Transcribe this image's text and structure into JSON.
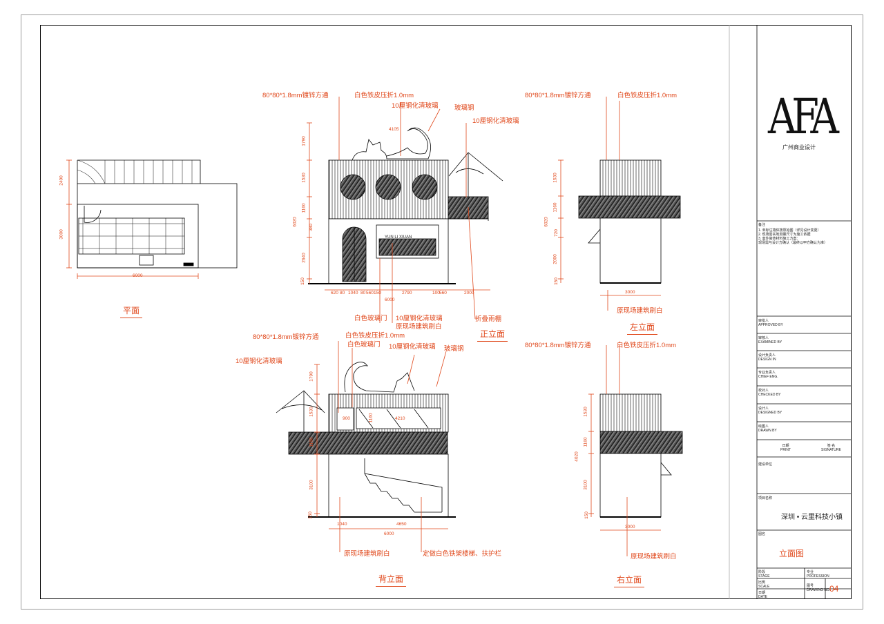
{
  "title_block": {
    "logo_text": "AFA",
    "company": "广州商业设计",
    "notes_title": "备注",
    "notes": [
      "1. 未标注墙体按原始图（详见设计变更）",
      "2. 现场需实地测量尺寸为施工依据",
      "3. 室外装饰材料施工方案：",
      "   现场需与设计方确认（最终以甲方确认为准）"
    ],
    "approved_cn": "审批人",
    "approved_en": "APPROVED BY",
    "examined_cn": "审核人",
    "examined_en": "EXAMINED BY",
    "project_lead_cn": "设计负责人",
    "project_lead_en": "DESIGN IN",
    "chief_cn": "专业负责人",
    "chief_en": "CHIEF ENG.",
    "checked_cn": "校对人",
    "checked_en": "CHECKED BY",
    "designed_cn": "设计人",
    "designed_en": "DESIGNED BY",
    "drawn_cn": "绘图人",
    "drawn_en": "DRAWN BY",
    "print_cn": "日期",
    "print_en": "PRINT",
    "sign_cn": "签 名",
    "sign_en": "SIGNATURE",
    "construction_label": "建设单位",
    "project_label": "项目名称",
    "project_name": "深圳 • 云里科技小镇",
    "drawing_label": "图名",
    "drawing_name": "立面图",
    "stage_cn": "阶段",
    "stage_en": "STAGE",
    "scale_cn": "比例",
    "scale_en": "SCALE",
    "date_cn": "日期",
    "date_en": "DATE",
    "prof_cn": "专业",
    "prof_en": "PROFESSION",
    "sheet_cn": "图号",
    "sheet_en": "DRAWING NO.",
    "sheet_no": "04"
  },
  "plan": {
    "caption": "平面",
    "dim_bottom": "6000",
    "dim_left_top": "2400",
    "dim_left_bottom": "3000"
  },
  "front": {
    "caption": "正立面",
    "ann_tube": "80*80*1.8mm镀锌方通",
    "ann_sheet": "白色铁皮压折1.0mm",
    "ann_glass10_top": "10厘钢化清玻璃",
    "ann_glass_steel": "玻璃钢",
    "ann_glass10_right": "10厘钢化清玻璃",
    "ann_door": "白色玻璃门",
    "ann_glass10_bottom": "10厘钢化清玻璃",
    "ann_wall": "原现场建筑刷白",
    "ann_canopy": "折叠雨棚",
    "sign_text": "YUN LI XIUAN",
    "dim_top": "4105",
    "dims_v": [
      "1790",
      "1530",
      "1160",
      "6020",
      "380",
      "2640",
      "150"
    ],
    "dims_h": [
      "620",
      "80",
      "1040",
      "80",
      "560",
      "150",
      "2790",
      "100",
      "560",
      "2000"
    ],
    "dim_total": "6000"
  },
  "left": {
    "caption": "左立面",
    "ann_tube": "80*80*1.8mm镀锌方通",
    "ann_sheet": "白色铁皮压折1.0mm",
    "ann_wall": "原现场建筑刷白",
    "dims_v": [
      "1530",
      "1160",
      "6020",
      "720",
      "2000",
      "150"
    ],
    "dim_bottom": "3000"
  },
  "back": {
    "caption": "背立面",
    "ann_tube": "80*80*1.8mm镀锌方通",
    "ann_sheet": "白色铁皮压折1.0mm",
    "ann_door": "白色玻璃门",
    "ann_glass10_left": "10厘钢化清玻璃",
    "ann_glass10_top": "10厘钢化清玻璃",
    "ann_glass_steel": "玻璃钢",
    "ann_wall": "原现场建筑刷白",
    "ann_stairs": "定做白色铁架楼梯、扶护栏",
    "dims_v": [
      "1790",
      "1530",
      "1160",
      "3100",
      "150"
    ],
    "dims_inner": [
      "900",
      "1160",
      "4210"
    ],
    "dim_stair": "1040",
    "dim_run": "4650",
    "dim_total": "6000"
  },
  "right": {
    "caption": "右立面",
    "ann_tube": "80*80*1.8mm镀锌方通",
    "ann_sheet": "白色铁皮压折1.0mm",
    "ann_wall": "原现场建筑刷白",
    "dims_v": [
      "1530",
      "1160",
      "4020",
      "3100",
      "150"
    ],
    "dim_bottom": "3000"
  }
}
